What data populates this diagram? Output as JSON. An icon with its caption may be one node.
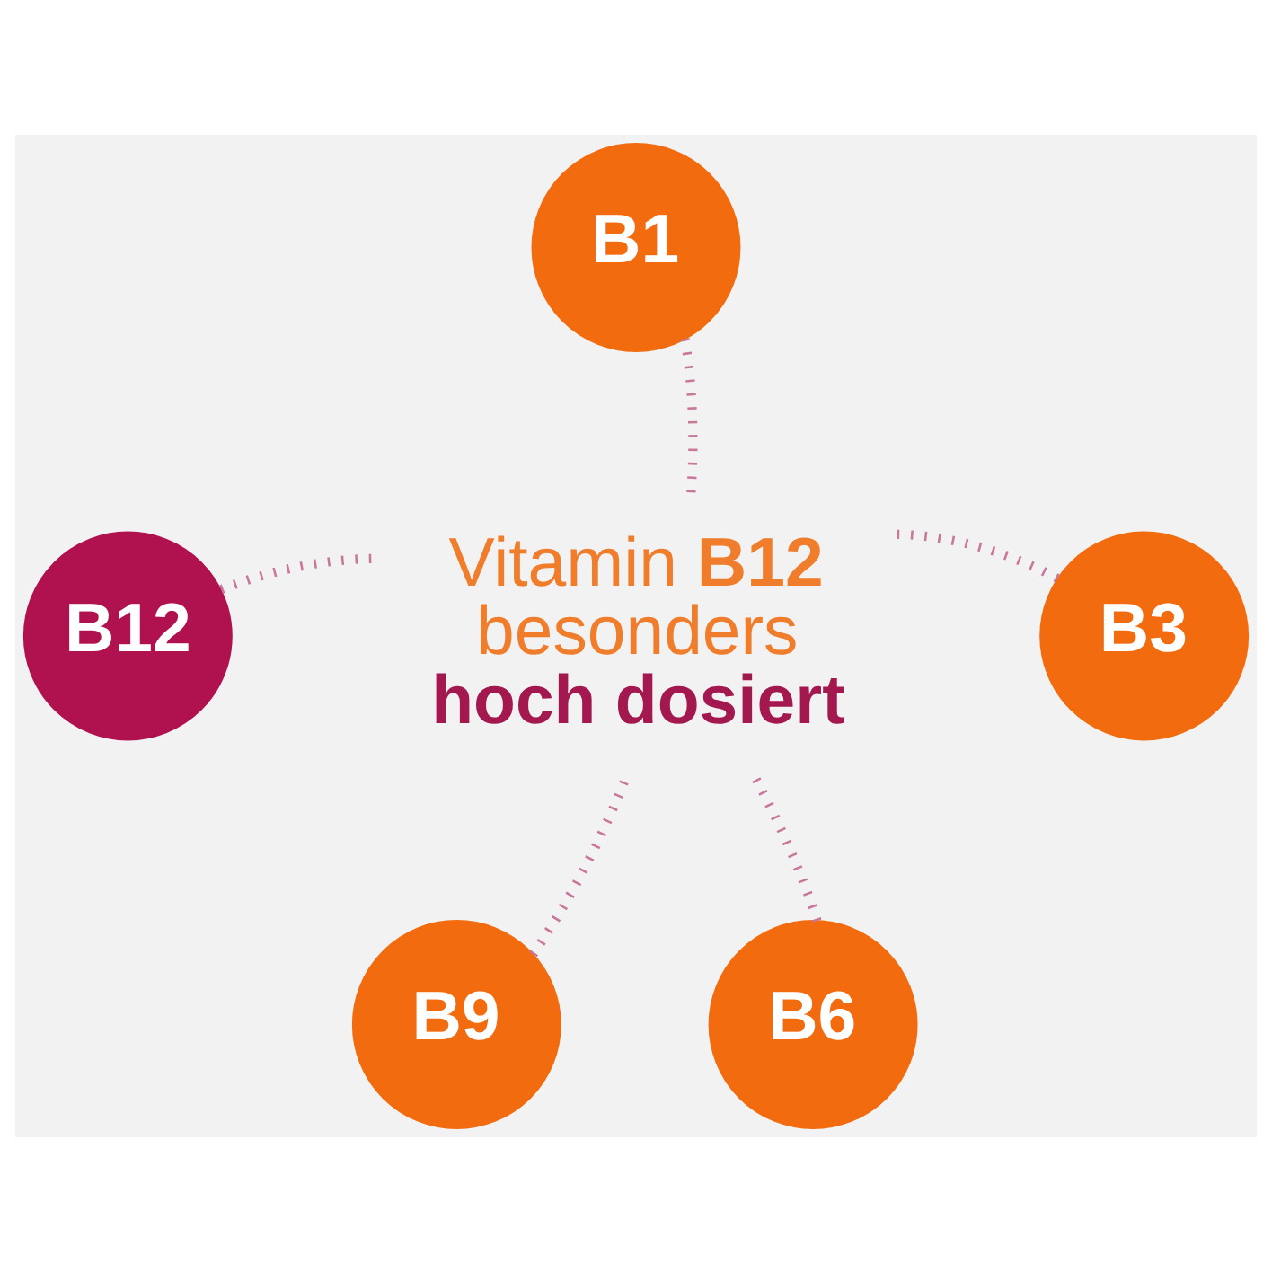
{
  "diagram": {
    "nodes": [
      {
        "text": [
          "B1"
        ]
      },
      {
        "text": [
          "B12"
        ]
      },
      {
        "text": [
          "Vitamin **B12** besonders",
          "hoch dosiert"
        ]
      },
      {
        "text": [
          "B3"
        ]
      },
      {
        "text": [
          "B9"
        ]
      },
      {
        "text": [
          "B6"
        ]
      }
    ],
    "edges": [
      {
        "from": 0,
        "to": 2,
        "arrow": "none",
        "style": "dashed"
      },
      {
        "from": 3,
        "to": 2,
        "arrow": "none",
        "style": "dashed"
      },
      {
        "from": 5,
        "to": 2,
        "arrow": "none",
        "style": "dashed"
      },
      {
        "from": 4,
        "to": 2,
        "arrow": "none",
        "style": "dashed"
      },
      {
        "from": 1,
        "to": 2,
        "arrow": "none",
        "style": "dashed"
      }
    ]
  }
}
